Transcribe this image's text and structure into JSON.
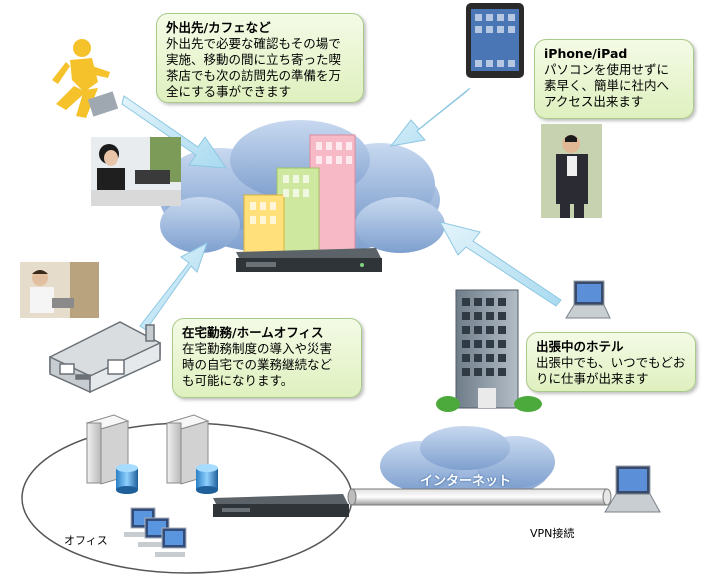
{
  "callouts": {
    "remote": {
      "title": "外出先/カフェなど",
      "body": "外出先で必要な確認もその場で\n実施、移動の間に立ち寄った喫\n茶店でも次の訪問先の準備を万\n全にする事ができます"
    },
    "iphone": {
      "title": "iPhone/iPad",
      "body": "パソコンを使用せずに\n素早く、簡単に社内へ\nアクセス出来ます"
    },
    "home": {
      "title": "在宅勤務/ホームオフィス",
      "body": "在宅勤務制度の導入や災害\n時の自宅での業務継続など\nも可能になります。"
    },
    "hotel": {
      "title": "出張中のホテル",
      "body": "出張中でも、いつでもどお\nりに仕事が出来ます"
    }
  },
  "labels": {
    "office": "オフィス",
    "internet": "インターネット",
    "vpn": "VPN接続"
  },
  "icons": [
    "running-man-icon",
    "briefcase-icon",
    "businesswoman-photo",
    "tablet-icon",
    "businessman-phone-photo",
    "cloud-icon",
    "buildings-icon",
    "router-icon",
    "man-laptop-photo",
    "house-icon",
    "hotel-building-icon",
    "laptop-icon",
    "server-icon",
    "database-icon",
    "workstation-icon",
    "internet-cloud-icon",
    "vpn-tunnel-icon",
    "arrow-icon"
  ],
  "colors": {
    "callout_fill": "#e6f4cc",
    "callout_border": "#a9c98a",
    "arrow": "#bfe3f5",
    "cloud": "#8fb0d8"
  }
}
